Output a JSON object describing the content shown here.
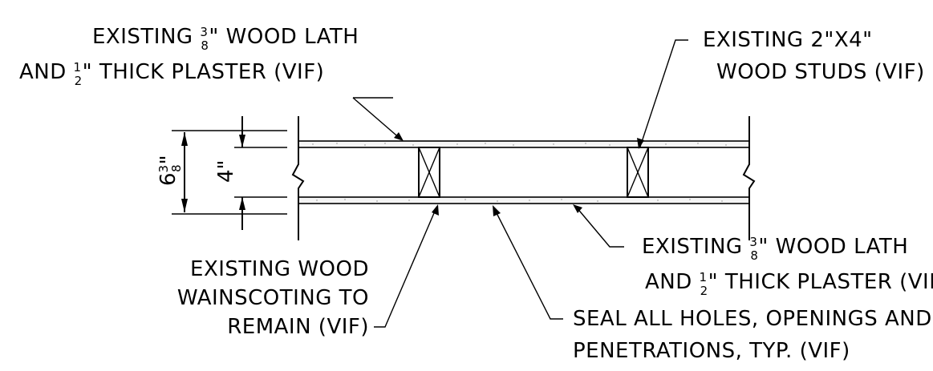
{
  "notes": {
    "lath_top": {
      "line1": [
        "EXISTING ",
        "3",
        "8",
        "\" WOOD LATH"
      ],
      "line2": [
        "AND ",
        "1",
        "2",
        "\" THICK PLASTER (VIF)"
      ]
    },
    "studs": {
      "line1": "EXISTING 2\"X4\"",
      "line2": "WOOD STUDS (VIF)"
    },
    "lath_bottom": {
      "line1": [
        "EXISTING ",
        "3",
        "8",
        "\" WOOD LATH"
      ],
      "line2": [
        "AND ",
        "1",
        "2",
        "\" THICK PLASTER (VIF"
      ]
    },
    "wainscot": {
      "line1": "EXISTING WOOD",
      "line2": "WAINSCOTING TO",
      "line3": "REMAIN (VIF)"
    },
    "seal": {
      "line1": "SEAL ALL HOLES, OPENINGS AND",
      "line2": "PENETRATIONS, TYP. (VIF)"
    }
  },
  "dimensions": {
    "overall": [
      "6",
      "3",
      "8",
      "\""
    ],
    "stud": "4\""
  }
}
